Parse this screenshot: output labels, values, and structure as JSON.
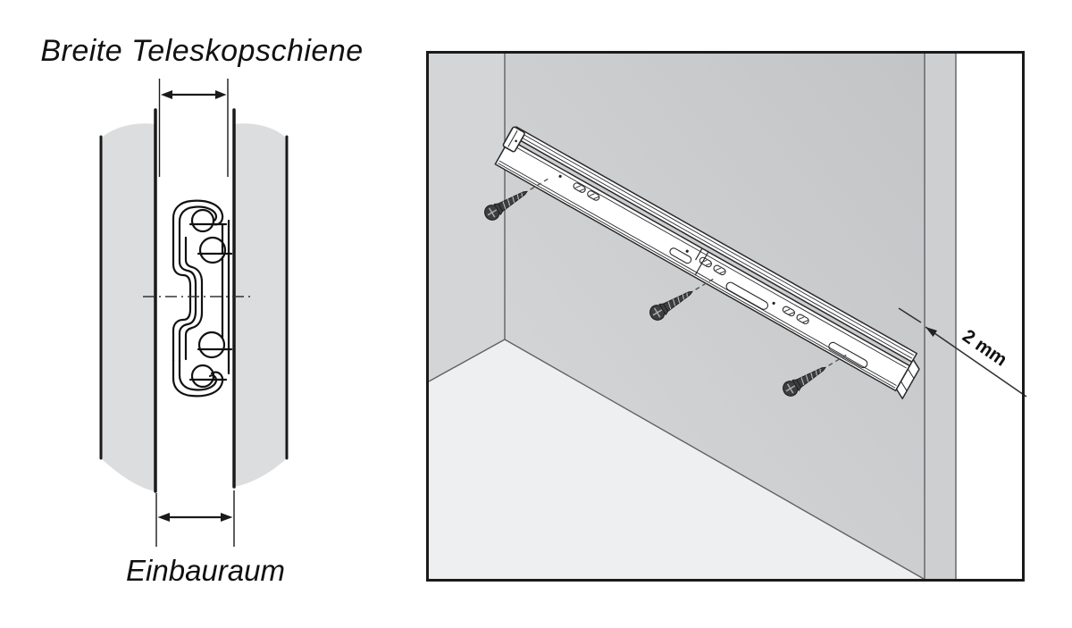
{
  "labels": {
    "title": "Breite Teleskopschiene",
    "installation_space": "Einbauraum",
    "gap": "2 mm"
  },
  "colors": {
    "bg": "#ffffff",
    "line": "#1a1a1a",
    "panel": "#dbdddf",
    "sidewall": "#d3d5d7",
    "backwall_a": "#d6d8da",
    "backwall_b": "#c2c4c6",
    "rightwall": "#cdcfd1",
    "floor": "#edeff1",
    "thin": "#5f6163"
  },
  "left_diagram": {
    "description_parts": {
      "top_dimension": "width-of-telescopic-rail",
      "bottom_dimension": "installation-space",
      "rail_cross_section": "telescopic-slide-profile-with-ball-bearings",
      "panels": "two-wood-panel-cross-sections"
    }
  },
  "right_diagram": {
    "description_parts": {
      "cabinet": "open-cabinet-interior",
      "rail": "telescopic-drawer-slide",
      "screws": 3,
      "front_setback": "2 mm"
    }
  }
}
